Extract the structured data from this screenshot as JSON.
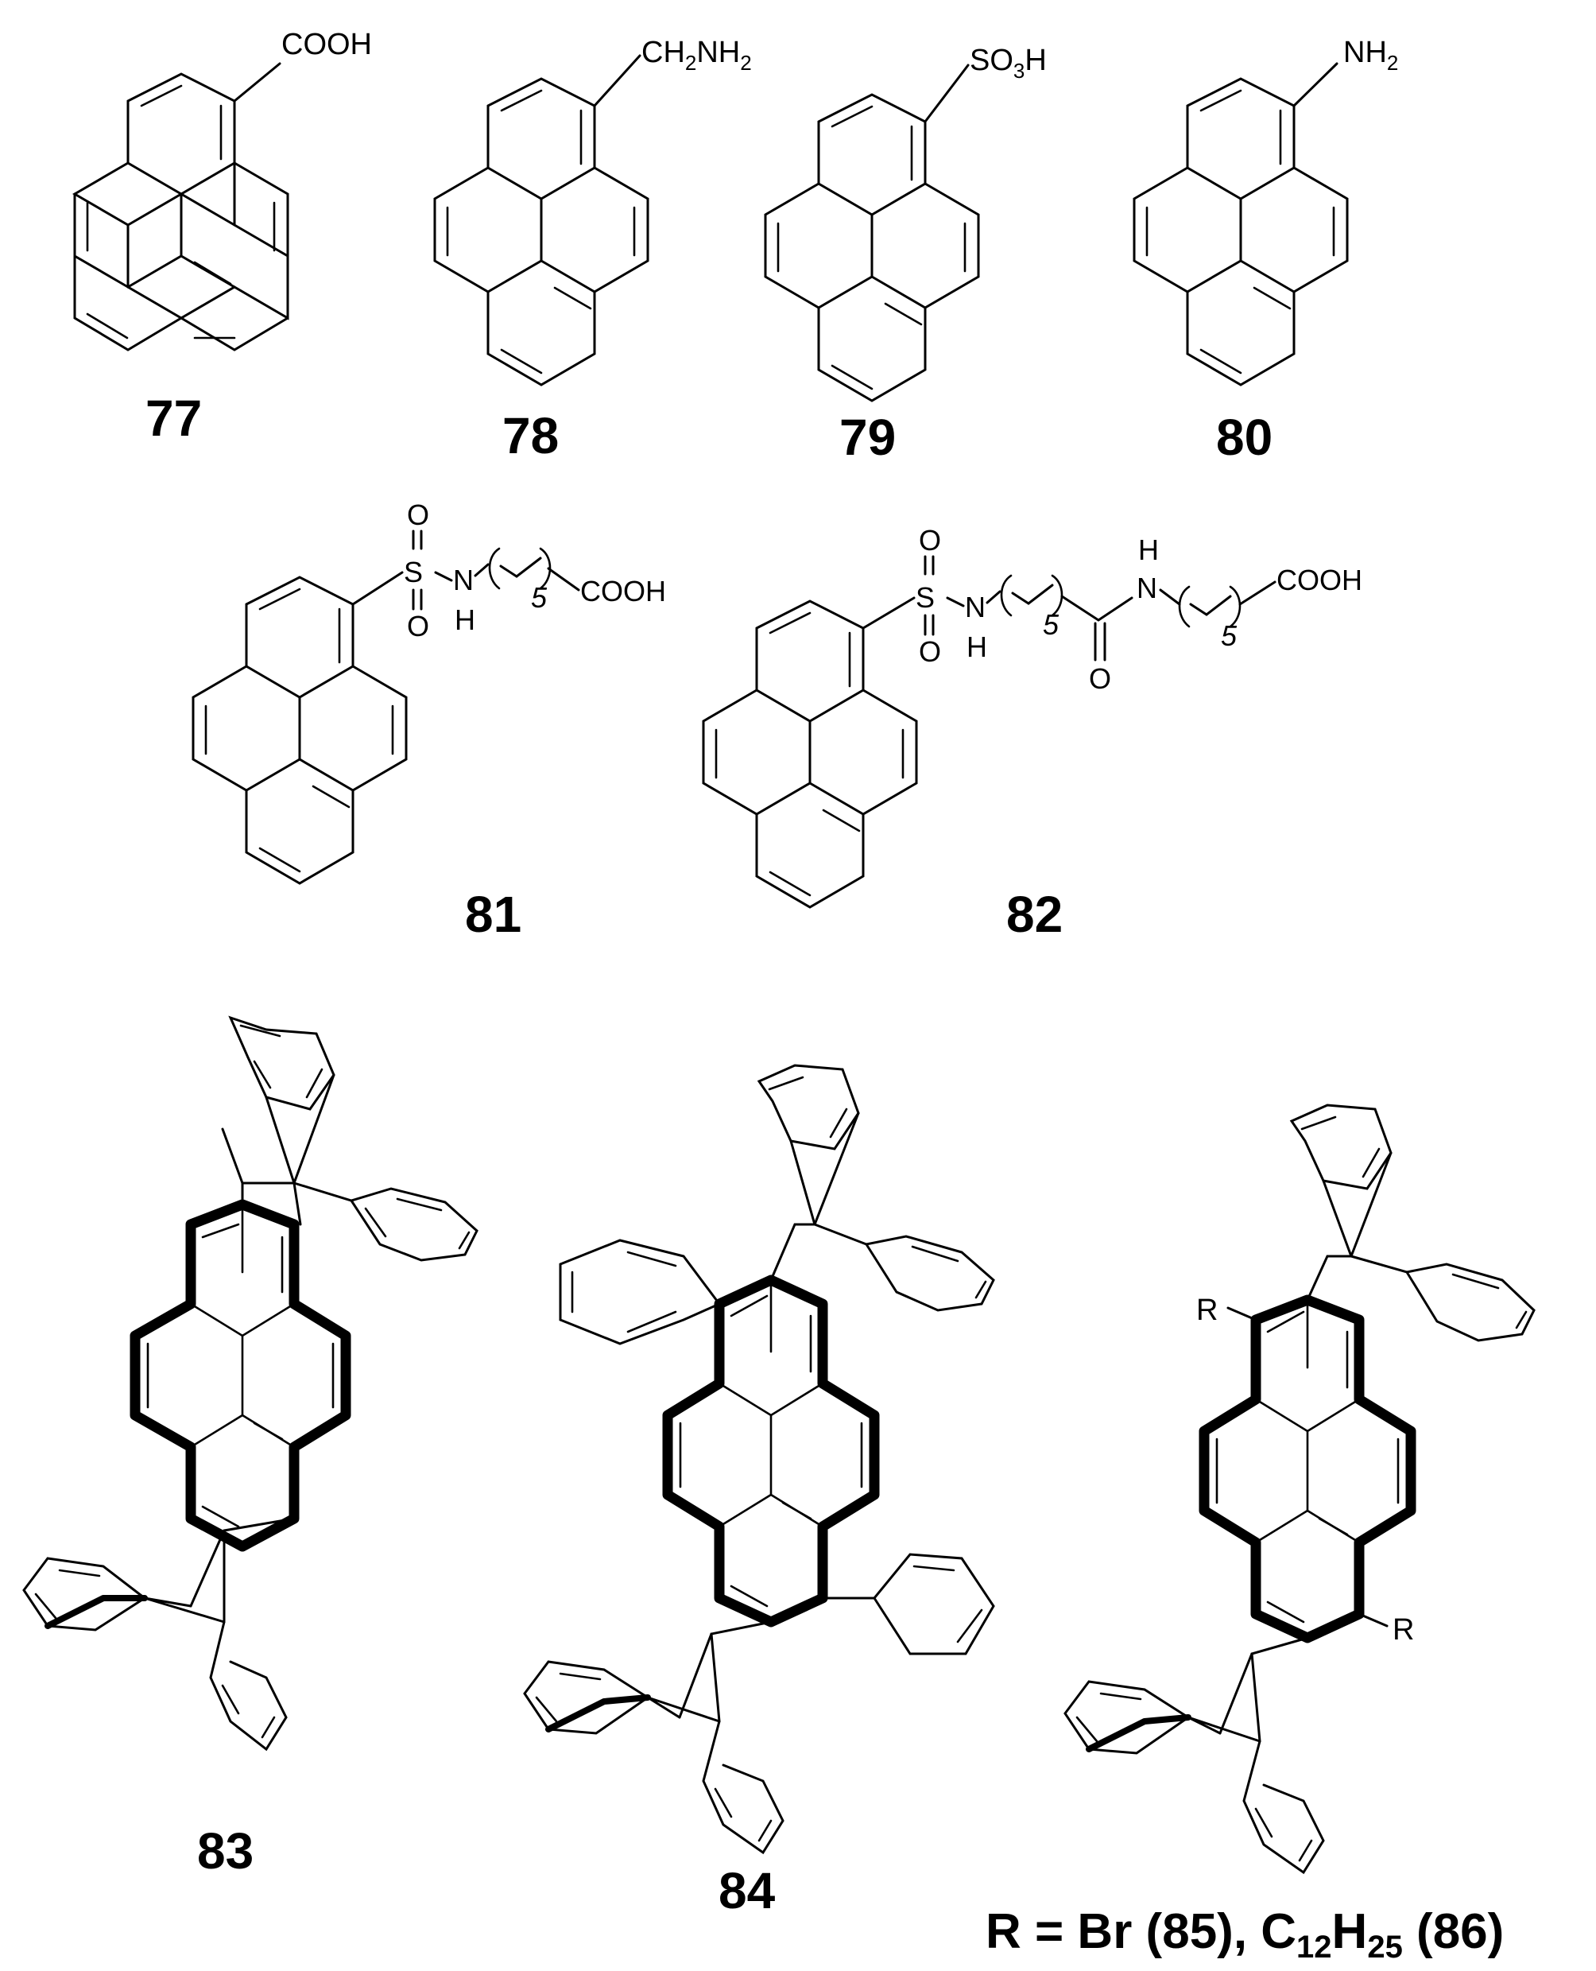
{
  "compounds": [
    {
      "number": "77",
      "substituent": "COOH"
    },
    {
      "number": "78",
      "substituent": "CH2NH2"
    },
    {
      "number": "79",
      "substituent": "SO3H"
    },
    {
      "number": "80",
      "substituent": "NH2"
    },
    {
      "number": "81",
      "chain": "COOH"
    },
    {
      "number": "82",
      "chain": "COOH"
    },
    {
      "number": "83"
    },
    {
      "number": "84"
    }
  ],
  "labels": {
    "o": "O",
    "s": "S",
    "n": "N",
    "h": "H",
    "r": "R",
    "repeat": "5",
    "c77": "COOH",
    "ch2": "CH",
    "nh2": "NH",
    "so3": "SO",
    "so3h": "H",
    "nh2_80": "NH",
    "sub2": "2",
    "sub3": "3"
  },
  "caption": {
    "prefix": "R = Br (85), C",
    "sub1": "12",
    "mid": "H",
    "sub2": "25",
    "suffix": " (86)"
  }
}
